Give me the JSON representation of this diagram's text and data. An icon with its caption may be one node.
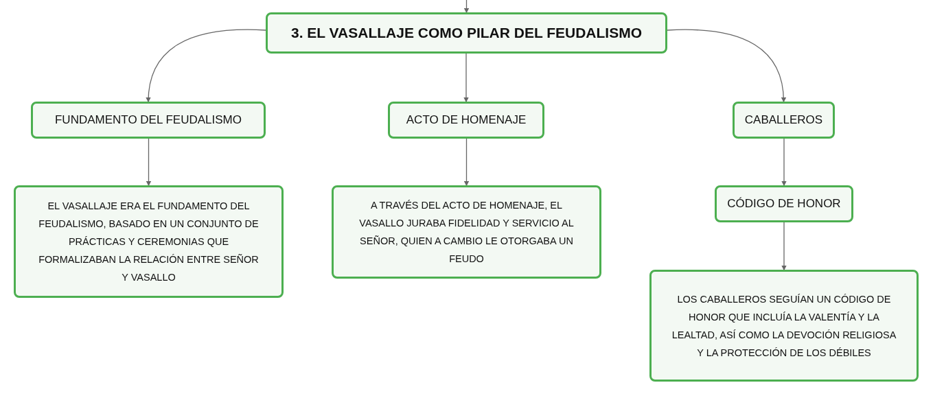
{
  "diagram": {
    "nodes": [
      {
        "text": [
          "3. EL VASALLAJE COMO PILAR DEL FEUDALISMO"
        ]
      },
      {
        "text": [
          "FUNDAMENTO DEL FEUDALISMO"
        ]
      },
      {
        "text": [
          "ACTO DE HOMENAJE"
        ]
      },
      {
        "text": [
          "CABALLEROS"
        ]
      },
      {
        "text": [
          "EL VASALLAJE ERA EL FUNDAMENTO DEL FEUDALISMO, BASADO EN UN CONJUNTO DE PRÁCTICAS Y CEREMONIAS QUE FORMALIZABAN LA RELACIÓN ENTRE SEÑOR Y VASALLO"
        ]
      },
      {
        "text": [
          "A TRAVÉS DEL ACTO DE HOMENAJE, EL VASALLO JURABA FIDELIDAD Y SERVICIO AL SEÑOR, QUIEN A CAMBIO LE OTORGABA UN FEUDO"
        ]
      },
      {
        "text": [
          "CÓDIGO DE HONOR"
        ]
      },
      {
        "text": [
          "LOS CABALLEROS SEGUÍAN UN CÓDIGO DE HONOR QUE INCLUÍA LA VALENTÍA Y LA LEALTAD, ASÍ COMO LA DEVOCIÓN RELIGIOSA Y LA PROTECCIÓN DE LOS DÉBILES"
        ]
      }
    ],
    "edges": [
      {
        "from": null,
        "to": 0,
        "arrow": "to"
      },
      {
        "from": 0,
        "to": 1,
        "arrow": "to"
      },
      {
        "from": 0,
        "to": 2,
        "arrow": "to"
      },
      {
        "from": 0,
        "to": 3,
        "arrow": "to"
      },
      {
        "from": 1,
        "to": 4,
        "arrow": "to"
      },
      {
        "from": 2,
        "to": 5,
        "arrow": "to"
      },
      {
        "from": 3,
        "to": 6,
        "arrow": "to"
      },
      {
        "from": 6,
        "to": 7,
        "arrow": "to"
      }
    ]
  }
}
